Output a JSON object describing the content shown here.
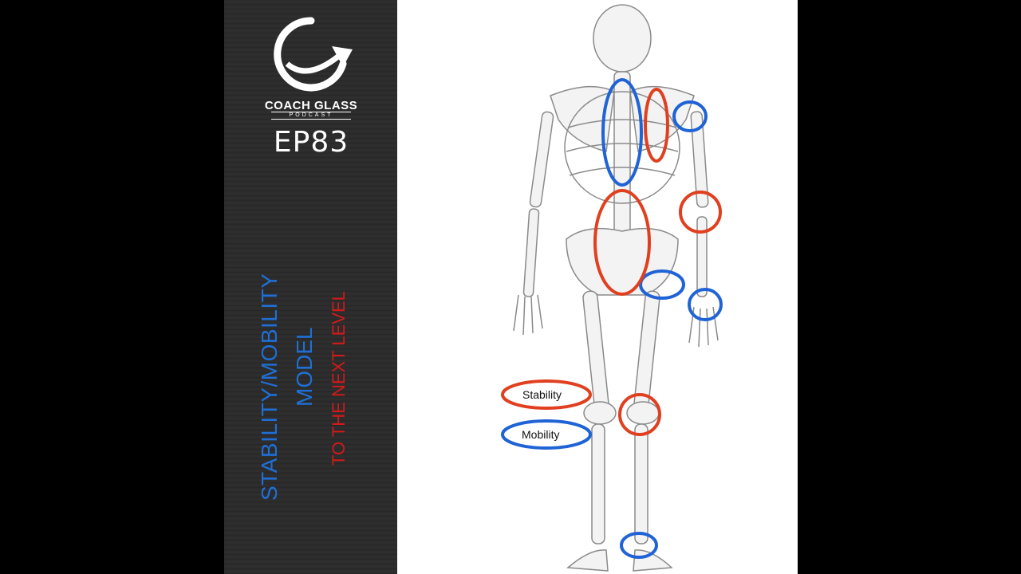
{
  "brand": {
    "name": "COACH GLASS",
    "sub": "PODCAST",
    "episode": "EP83"
  },
  "title": {
    "line1": "STABILITY/MOBILITY",
    "line2": "MODEL",
    "line3": "TO THE NEXT LEVEL"
  },
  "legend": {
    "stability": "Stability",
    "mobility": "Mobility"
  },
  "colors": {
    "stability": "#e0401f",
    "mobility": "#1f63d6",
    "title_blue": "#1f6fd6",
    "title_red": "#d21a1a"
  }
}
